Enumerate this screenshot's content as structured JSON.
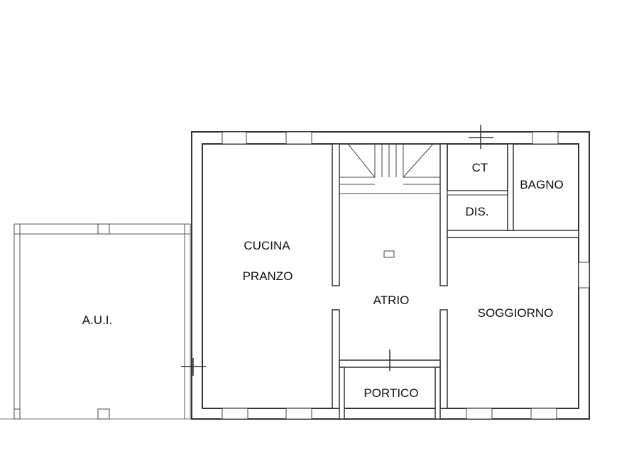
{
  "rooms": {
    "aui": "A.U.I.",
    "cucina": "CUCINA",
    "pranzo": "PRANZO",
    "atrio": "ATRIO",
    "soggiorno": "SOGGIORNO",
    "portico": "PORTICO",
    "ct": "CT",
    "bagno": "BAGNO",
    "dis": "DIS."
  }
}
